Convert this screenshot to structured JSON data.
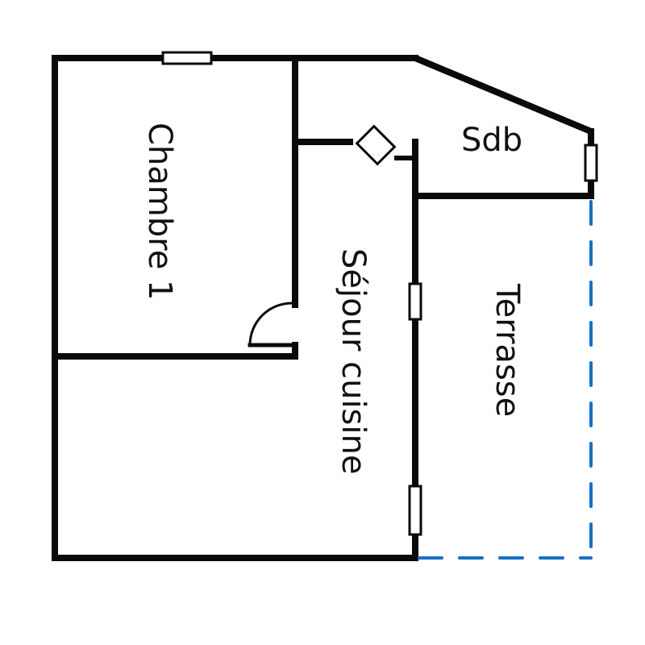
{
  "floor_plan": {
    "rooms": [
      {
        "id": "chambre1",
        "label": "Chambre 1"
      },
      {
        "id": "sejour",
        "label": "Séjour cuisine"
      },
      {
        "id": "sdb",
        "label": "Sdb"
      },
      {
        "id": "terrasse",
        "label": "Terrasse"
      }
    ],
    "colors": {
      "wall": "#0a0a0a",
      "terrace_outline": "#1a6fc4",
      "background": "#ffffff"
    },
    "elements": {
      "windows": [
        "top-wall-window",
        "sdb-right-window",
        "sejour-upper-window",
        "sejour-lower-window"
      ],
      "doors": [
        "chambre1-door",
        "sdb-door"
      ]
    }
  }
}
